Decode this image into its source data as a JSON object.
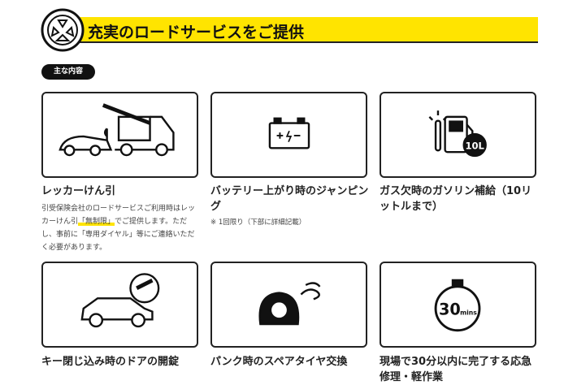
{
  "header": {
    "title": "充実のロードサービスをご提供",
    "icon": "tire-icon"
  },
  "badge": "主な内容",
  "services": [
    {
      "title": "レッカーけん引",
      "icon": "tow-truck-icon",
      "desc_pre": "引受保険会社のロードサービスご利用時はレッカーけん引",
      "desc_highlight": "「無制限」",
      "desc_post": "でご提供します。ただし、事前に「専用ダイヤル」等にご連絡いただく必要があります。"
    },
    {
      "title": "バッテリー上がり時のジャンピング",
      "icon": "battery-icon",
      "note": "※ 1回限り（下部に詳細記載）"
    },
    {
      "title": "ガス欠時のガソリン補給（10リットルまで）",
      "icon": "fuel-pump-icon",
      "fuel_label": "10L"
    },
    {
      "title": "キー閉じ込み時のドアの開錠",
      "icon": "car-key-icon"
    },
    {
      "title": "パンク時のスペアタイヤ交換",
      "icon": "flat-tire-icon"
    },
    {
      "title": "現場で30分以内に完了する応急修理・軽作業",
      "icon": "stopwatch-icon",
      "timer_num": "30",
      "timer_unit": "mins"
    }
  ]
}
